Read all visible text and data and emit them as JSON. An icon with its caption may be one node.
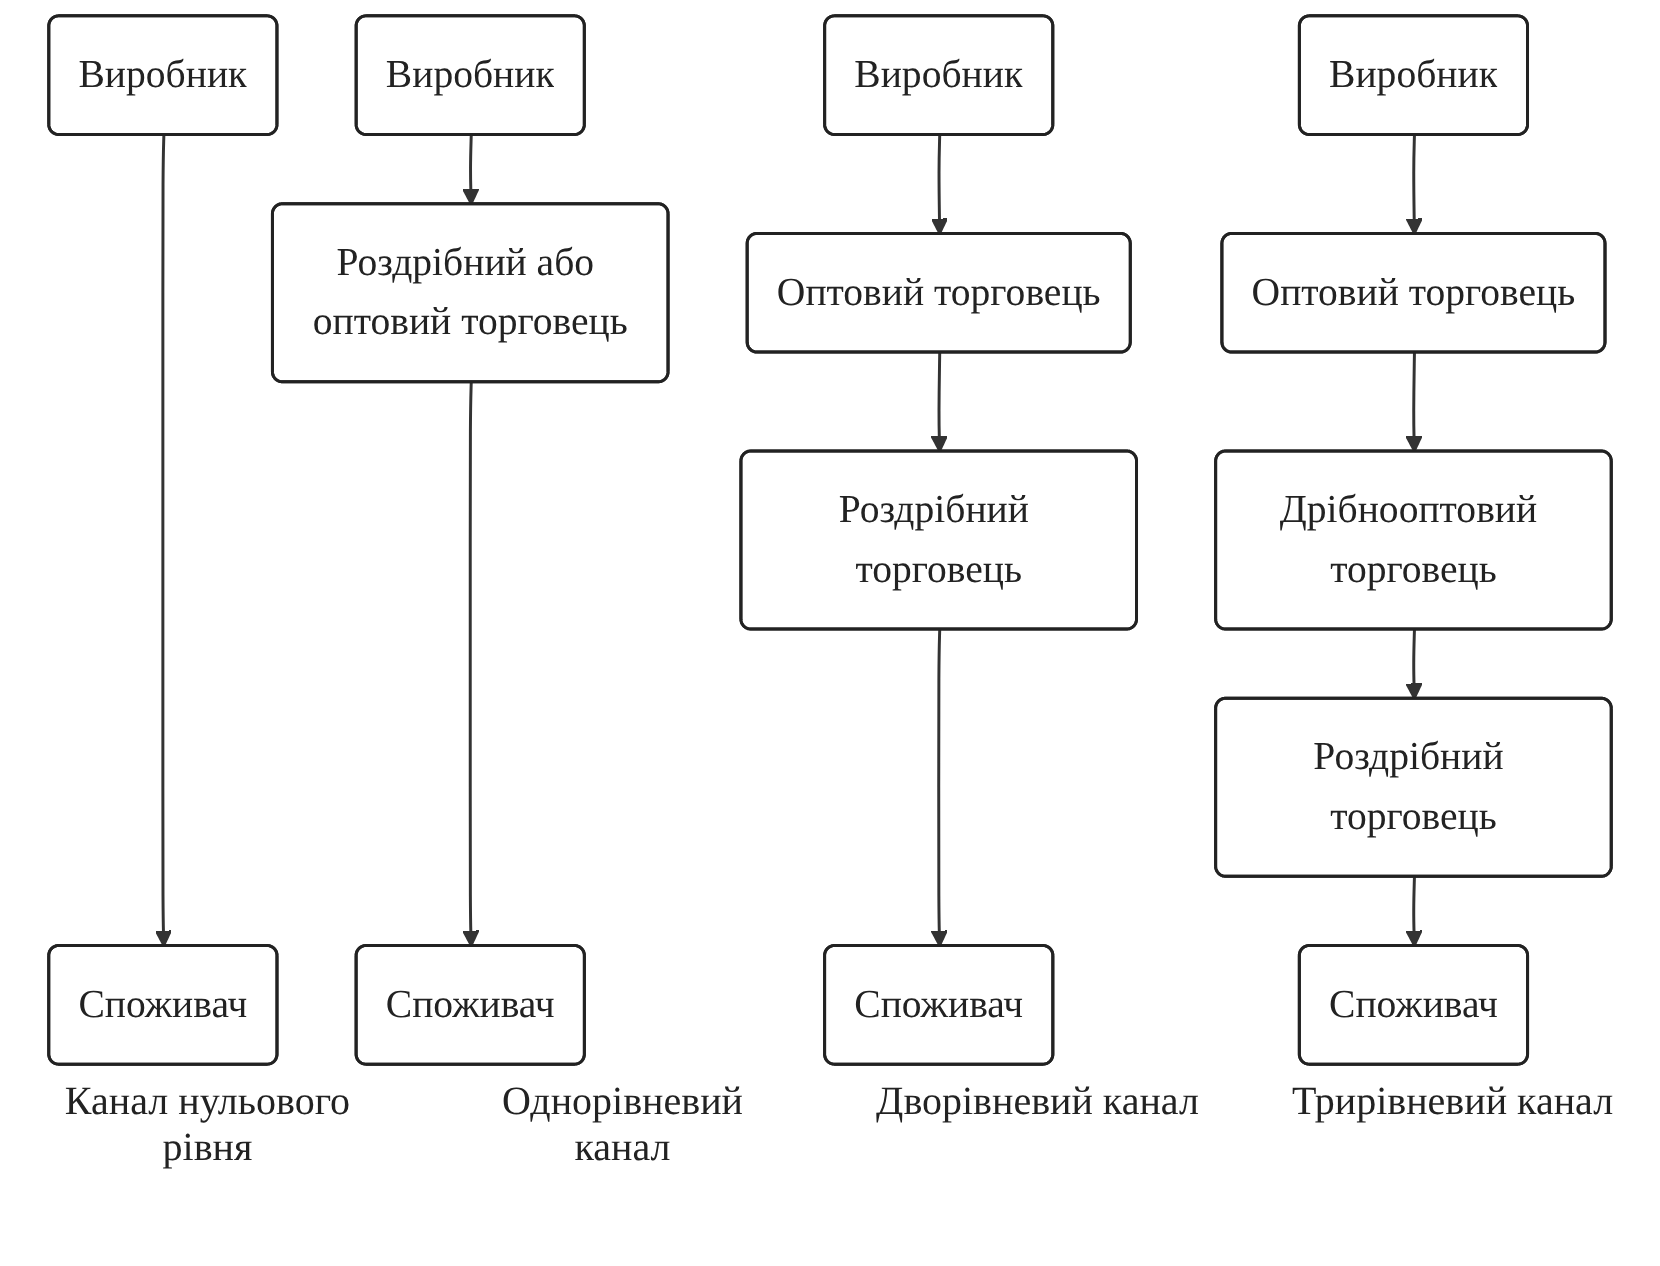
{
  "diagram": {
    "nodes": [
      {
        "text": [
          "Виробник"
        ]
      },
      {
        "text": [
          "Споживач"
        ]
      },
      {
        "text": [
          "Виробник"
        ]
      },
      {
        "text": [
          "Роздрібний або оптовий торговець"
        ]
      },
      {
        "text": [
          "Споживач"
        ]
      },
      {
        "text": [
          "Виробник"
        ]
      },
      {
        "text": [
          "Оптовий торговець"
        ]
      },
      {
        "text": [
          "Роздрібний торговець"
        ]
      },
      {
        "text": [
          "Споживач"
        ]
      },
      {
        "text": [
          "Виробник"
        ]
      },
      {
        "text": [
          "Оптовий торговець"
        ]
      },
      {
        "text": [
          "Дрібнооптовий торговець"
        ]
      },
      {
        "text": [
          "Роздрібний торговець"
        ]
      },
      {
        "text": [
          "Споживач"
        ]
      }
    ],
    "edges": [
      {
        "from": 0,
        "to": 1,
        "arrow": "to"
      },
      {
        "from": 2,
        "to": 3,
        "arrow": "to"
      },
      {
        "from": 3,
        "to": 4,
        "arrow": "to"
      },
      {
        "from": 5,
        "to": 6,
        "arrow": "to"
      },
      {
        "from": 6,
        "to": 7,
        "arrow": "to"
      },
      {
        "from": 7,
        "to": 8,
        "arrow": "to"
      },
      {
        "from": 9,
        "to": 10,
        "arrow": "to"
      },
      {
        "from": 10,
        "to": 11,
        "arrow": "to"
      },
      {
        "from": 11,
        "to": 12,
        "arrow": "to"
      },
      {
        "from": 12,
        "to": 13,
        "arrow": "to"
      }
    ],
    "labels": [
      "Канал нульового рівня",
      "Однорівневий канал",
      "Дворівневий канал",
      "Трирівневий канал"
    ]
  }
}
